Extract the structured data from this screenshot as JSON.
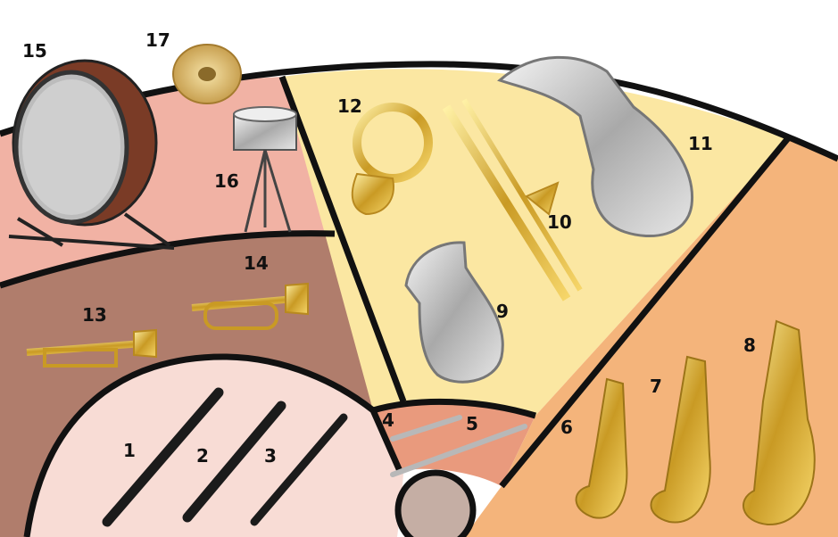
{
  "labels": {
    "clarinet_1": "1",
    "clarinet_2": "2",
    "clarinet_3": "3",
    "flute_4": "4",
    "flute_5": "5",
    "sax_6": "6",
    "sax_7": "7",
    "sax_8": "8",
    "euphonium_9": "9",
    "trombone_10": "10",
    "tuba_11": "11",
    "horn_12": "12",
    "trumpet_13": "13",
    "flugelhorn_14": "14",
    "bass_drum_15": "15",
    "snare_drum_16": "16",
    "cymbals_17": "17"
  },
  "colors": {
    "clarinet_section": "#f8dcd5",
    "flute_section": "#e99a7d",
    "trumpet_section": "#b07d6c",
    "percussion_section": "#f1b2a4",
    "low_brass_section": "#fbe7a2",
    "saxophone_section": "#f4b47b",
    "podium": "#c5aea4",
    "outline": "#111111"
  },
  "icons": [
    "clarinet-icon",
    "flute-icon",
    "saxophone-icon",
    "euphonium-icon",
    "trombone-icon",
    "tuba-icon",
    "french-horn-icon",
    "trumpet-icon",
    "flugelhorn-icon",
    "bass-drum-icon",
    "snare-drum-icon",
    "cymbals-icon"
  ]
}
